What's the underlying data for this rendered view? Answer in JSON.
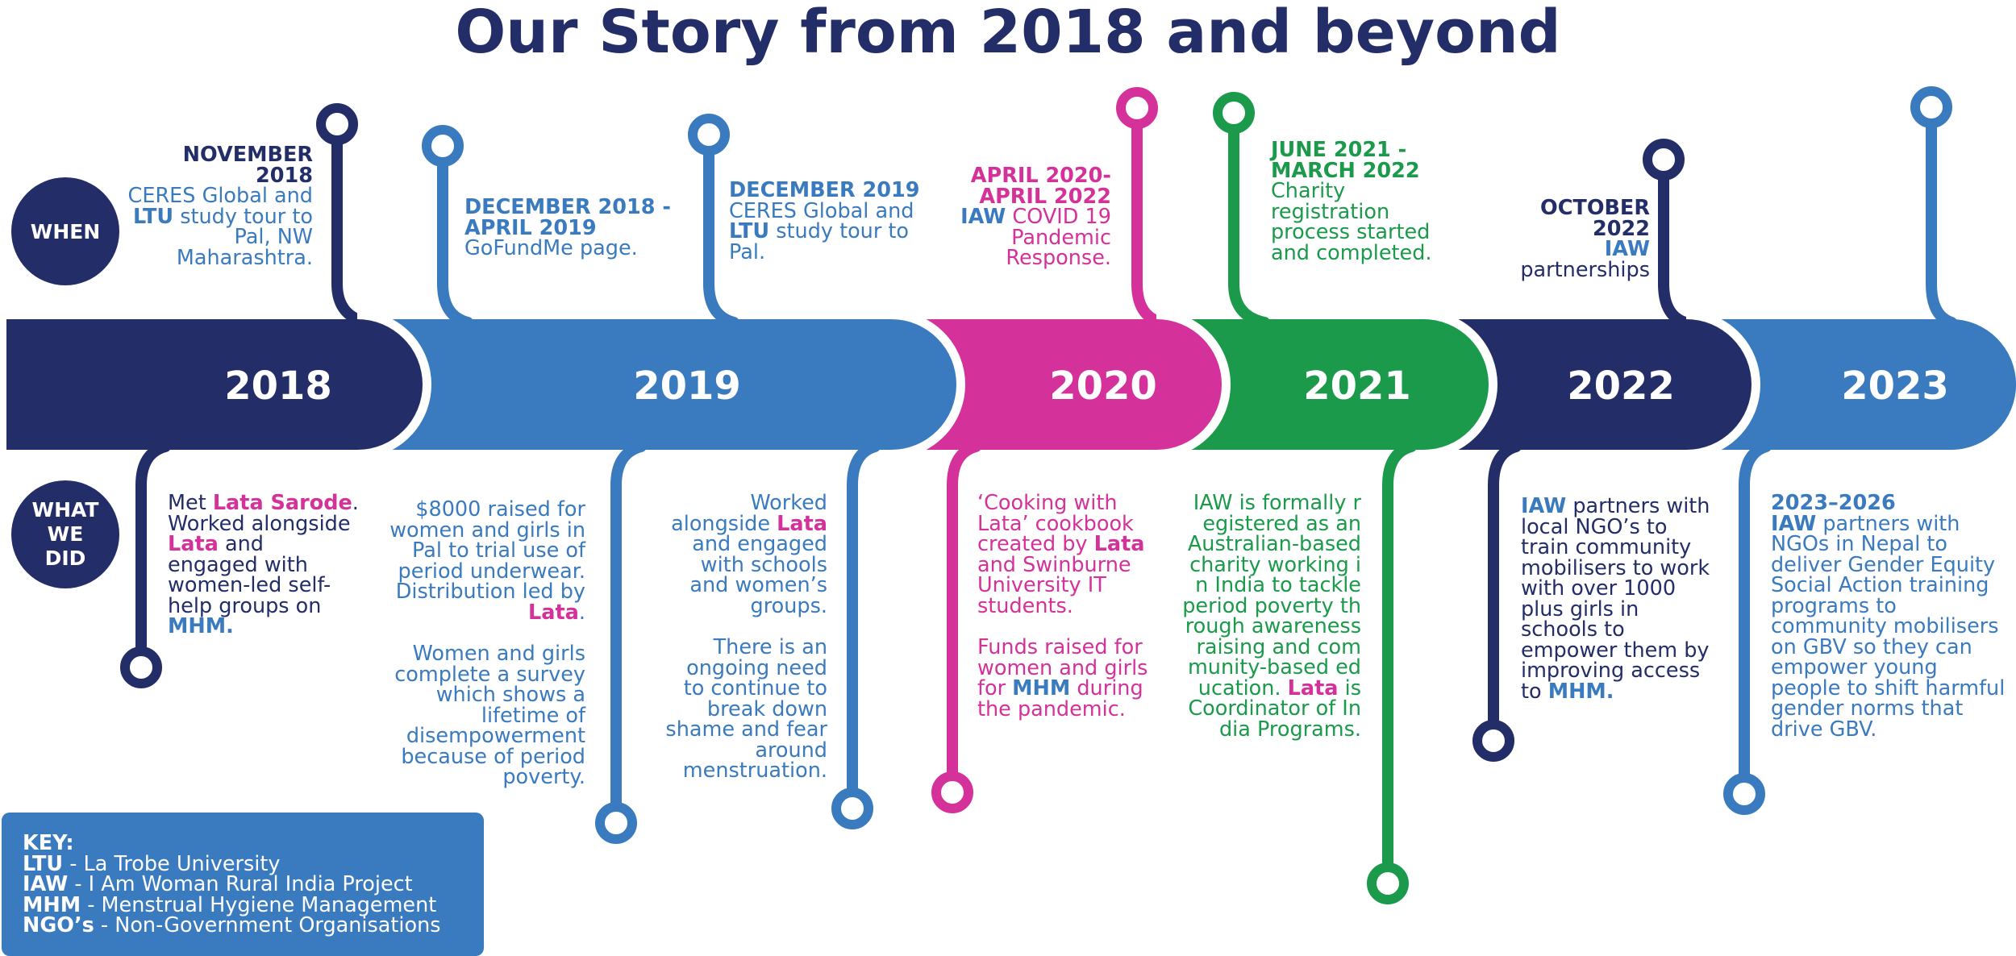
{
  "title": "Our Story from 2018 and beyond",
  "colors": {
    "navy": "#232d67",
    "blue": "#3a7abf",
    "magenta": "#d5319a",
    "green": "#1a9a4a"
  },
  "labels": {
    "when": "WHEN",
    "what": "WHAT WE DID"
  },
  "years": [
    {
      "label": "2018",
      "color": "navy"
    },
    {
      "label": "2019",
      "color": "blue"
    },
    {
      "label": "2020",
      "color": "magenta"
    },
    {
      "label": "2021",
      "color": "green"
    },
    {
      "label": "2022",
      "color": "navy"
    },
    {
      "label": "2023",
      "color": "blue"
    }
  ],
  "when": {
    "nov2018": {
      "date": "NOVEMBER 2018",
      "pre": "CERES Global and",
      "bold": "LTU",
      "post": "study tour to Pal, NW Maharashtra."
    },
    "dec2018": {
      "date": "DECEMBER 2018 - APRIL 2019",
      "text": "GoFundMe page."
    },
    "dec2019": {
      "date": "DECEMBER 2019",
      "pre": "CERES Global and",
      "bold": "LTU",
      "post": "study tour to Pal."
    },
    "apr2020": {
      "date": "APRIL 2020- APRIL 2022",
      "bold": "IAW",
      "post": "COVID 19 Pandemic Response."
    },
    "jun2021": {
      "date": "JUNE 2021 - MARCH 2022",
      "text": "Charity registration process started and completed."
    },
    "oct2022": {
      "date": "OCTOBER 2022",
      "bold": "IAW",
      "post": "partnerships"
    }
  },
  "what": {
    "y2018": {
      "t1": "Met",
      "b1": "Lata Sarode",
      "t2": ". Worked alongside",
      "b2": "Lata",
      "t3": "and engaged with women-led self-help groups on",
      "b3": "MHM."
    },
    "y2019a": {
      "t1": "$8000 raised for women and girls in Pal to trial use of period underwear. Distribution led by",
      "b1": "Lata",
      "t2": ".",
      "p2": "Women and girls complete a survey which shows a lifetime of disempowerment because of period poverty."
    },
    "y2019b": {
      "t1": "Worked alongside",
      "b1": "Lata",
      "t2": "and engaged with schools and women’s groups.",
      "p2": "There is an ongoing need to continue to break down shame and fear around menstruation."
    },
    "y2020": {
      "t1": "‘Cooking with Lata’ cookbook created by",
      "b1": "Lata",
      "t2": "and Swinburne University IT students.",
      "t3": "Funds raised for women and girls for",
      "b2": "MHM",
      "t4": "during the pandemic."
    },
    "y2021": {
      "t1": "IAW is formally registered as an Australian-based charity working in India to tackle period poverty through awareness raising and community-based education.",
      "b1": "Lata",
      "t2": "is Coordinator of India Programs."
    },
    "y2022": {
      "b1": "IAW",
      "t1": "partners with local NGO’s to train community mobilisers to work with over 1000 plus girls in schools to empower them by improving access to",
      "b2": "MHM."
    },
    "y2023": {
      "date": "2023–2026",
      "b1": "IAW",
      "t1": "partners with NGOs in Nepal to deliver Gender Equity Social Action training programs to community mobilisers on GBV so they can empower young people to shift harmful gender norms that drive GBV."
    }
  },
  "key": {
    "heading": "KEY:",
    "items": [
      {
        "abbr": "LTU",
        "full": " - La Trobe University"
      },
      {
        "abbr": "IAW",
        "full": " - I Am Woman Rural India Project"
      },
      {
        "abbr": "MHM",
        "full": " - Menstrual Hygiene Management"
      },
      {
        "abbr": "NGO’s",
        "full": " - Non-Government Organisations"
      }
    ]
  }
}
